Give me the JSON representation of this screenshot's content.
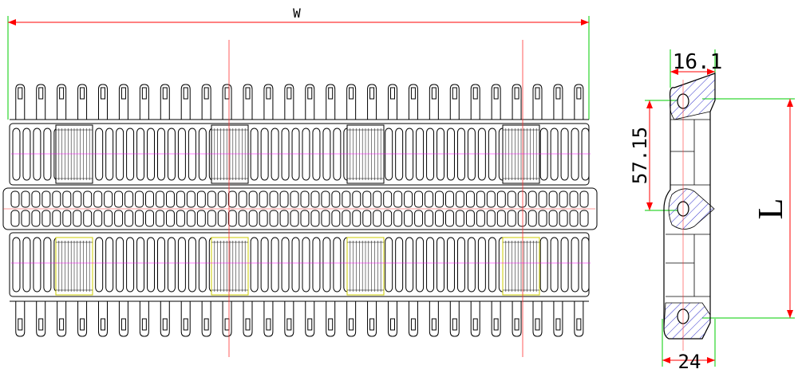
{
  "dimensions": {
    "width_label": "W",
    "pitch_label": "57.15",
    "length_label": "L",
    "top_label": "16.1",
    "thickness_label": "24"
  },
  "colors": {
    "outline": "#000000",
    "dimension_line": "#ff0000",
    "extension_line": "#00cc00",
    "centerline": "#ff3333",
    "hatch": "#3333cc",
    "hidden": "#ff00ff",
    "highlight": "#cccc00"
  },
  "belt": {
    "top_teeth": 28,
    "bottom_teeth": 28,
    "link_rows": 2,
    "windows_per_row": 4
  }
}
